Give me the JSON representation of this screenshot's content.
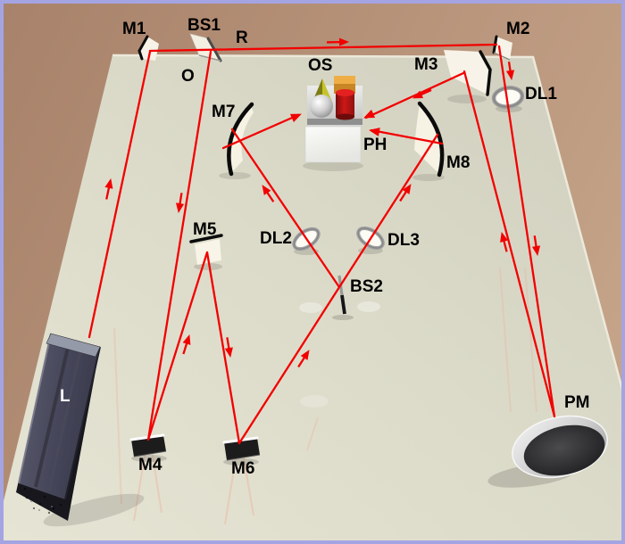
{
  "diagram": {
    "labels": {
      "m1": "M1",
      "bs1": "BS1",
      "r": "R",
      "o": "O",
      "m2": "M2",
      "m3": "M3",
      "dl1": "DL1",
      "os": "OS",
      "m7": "M7",
      "ph": "PH",
      "m8": "M8",
      "m5": "M5",
      "dl2": "DL2",
      "dl3": "DL3",
      "bs2": "BS2",
      "l": "L",
      "m4": "M4",
      "m6": "M6",
      "pm": "PM"
    },
    "colors": {
      "beam": "#f20000",
      "table": "#dcdbc9",
      "background": "#b2917a",
      "frame": "#a4a4e2",
      "label_dark": "#000000",
      "label_light": "#ffffff",
      "mirror_face": "#f6f2e6",
      "laser_body": "#4d4d5d"
    }
  }
}
